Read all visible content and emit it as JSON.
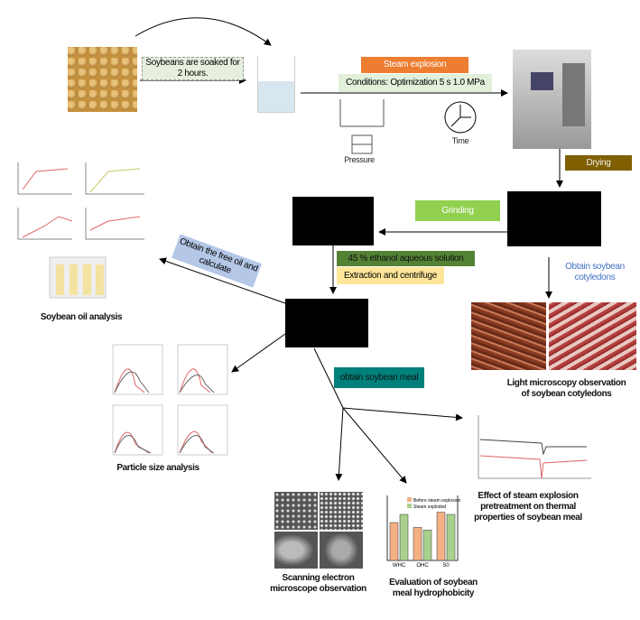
{
  "steps": {
    "soak": "Soybeans are soaked for 2 hours.",
    "steam_explosion": "Steam explosion",
    "conditions": "Conditions: Optimization 5 s  1.0 MPa",
    "pressure": "Pressure",
    "time": "Time",
    "drying": "Drying",
    "grinding": "Grinding",
    "ethanol": "45 % ethanol aqueous solution",
    "extraction": "Extraction and centrifuge",
    "free_oil": "Obtain the free oil and calculate",
    "cotyledons": "Obtain soybean cotyledons",
    "meal": "obtain soybean meal"
  },
  "captions": {
    "oil": "Soybean oil analysis",
    "particle": "Particle size analysis",
    "microscopy": "Light microscopy observation of soybean cotyledons",
    "thermal": "Effect of steam explosion pretreatment on thermal properties of soybean meal",
    "sem": "Scanning electron microscope observation",
    "hydrophobicity": "Evaluation of soybean meal hydrophobicity"
  },
  "hydro_chart": {
    "legend": [
      "Before steam explosion",
      "Steam exploded"
    ],
    "categories": [
      "WHC",
      "OHC",
      "S0"
    ],
    "before": [
      3.5,
      3.05,
      4.45
    ],
    "after": [
      4.25,
      2.8,
      4.25
    ],
    "ylim": [
      0,
      6
    ],
    "colors": [
      "#f4b183",
      "#a9d18e"
    ]
  },
  "colors": {
    "steam": "#ed7d31",
    "conditions": "#e2efda",
    "drying": "#806000",
    "grinding": "#92d050",
    "ethanol": "#548235",
    "extraction": "#ffe699",
    "free_oil": "#b4c7e7",
    "meal": "#00807a",
    "cotyledons_text": "#4472c4"
  }
}
